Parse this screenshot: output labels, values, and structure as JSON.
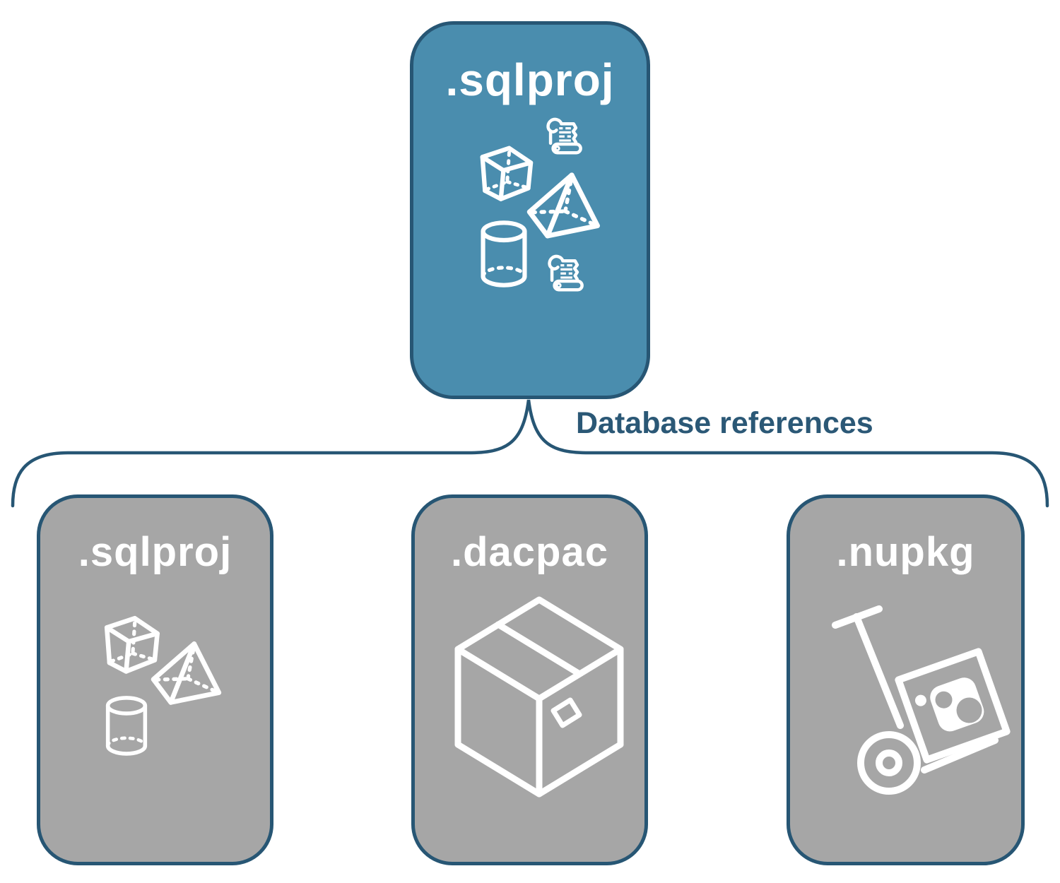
{
  "diagram": {
    "background": "#FFFFFF",
    "connector": {
      "label": "Database references",
      "line_color": "#275674",
      "label_color": "#2B5876",
      "shape": "curly-brace"
    },
    "root_card": {
      "label": ".sqlproj",
      "fill": "#4A8DAE",
      "border_color": "#275674",
      "text_color": "#FFFFFF",
      "icons": [
        "scroll-icon",
        "cube-icon",
        "pyramid-icon",
        "cylinder-icon",
        "scroll-icon"
      ]
    },
    "child_cards": [
      {
        "label": ".sqlproj",
        "fill": "#A6A6A6",
        "border_color": "#275674",
        "text_color": "#FFFFFF",
        "icons": [
          "cube-icon",
          "pyramid-icon",
          "cylinder-icon"
        ]
      },
      {
        "label": ".dacpac",
        "fill": "#A6A6A6",
        "border_color": "#275674",
        "text_color": "#FFFFFF",
        "icons": [
          "package-box-icon"
        ]
      },
      {
        "label": ".nupkg",
        "fill": "#A6A6A6",
        "border_color": "#275674",
        "text_color": "#FFFFFF",
        "icons": [
          "nuget-trolley-icon"
        ]
      }
    ]
  }
}
